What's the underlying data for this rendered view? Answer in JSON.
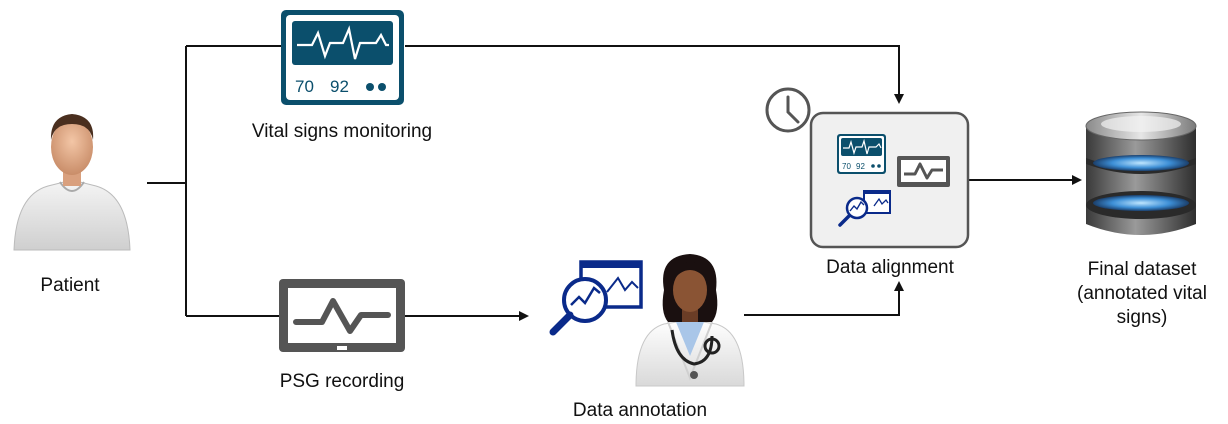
{
  "nodes": {
    "patient": {
      "label": "Patient"
    },
    "vital_monitoring": {
      "label": "Vital signs monitoring",
      "readout_hr": "70",
      "readout_spo2": "92"
    },
    "psg_recording": {
      "label": "PSG recording"
    },
    "data_annotation": {
      "label": "Data annotation"
    },
    "data_alignment": {
      "label": "Data alignment",
      "readout_hr": "70",
      "readout_spo2": "92"
    },
    "final_dataset": {
      "label_lines": [
        "Final dataset",
        "(annotated vital",
        "signs)"
      ]
    }
  },
  "colors": {
    "monitor_blue": "#0b4f6c",
    "navy": "#0a2a8a",
    "psg_gray": "#555555",
    "line": "#111111"
  },
  "icons": [
    "patient-icon",
    "vital-monitor-icon",
    "psg-monitor-icon",
    "analysis-chart-icon",
    "doctor-icon",
    "clock-icon",
    "database-icon"
  ]
}
